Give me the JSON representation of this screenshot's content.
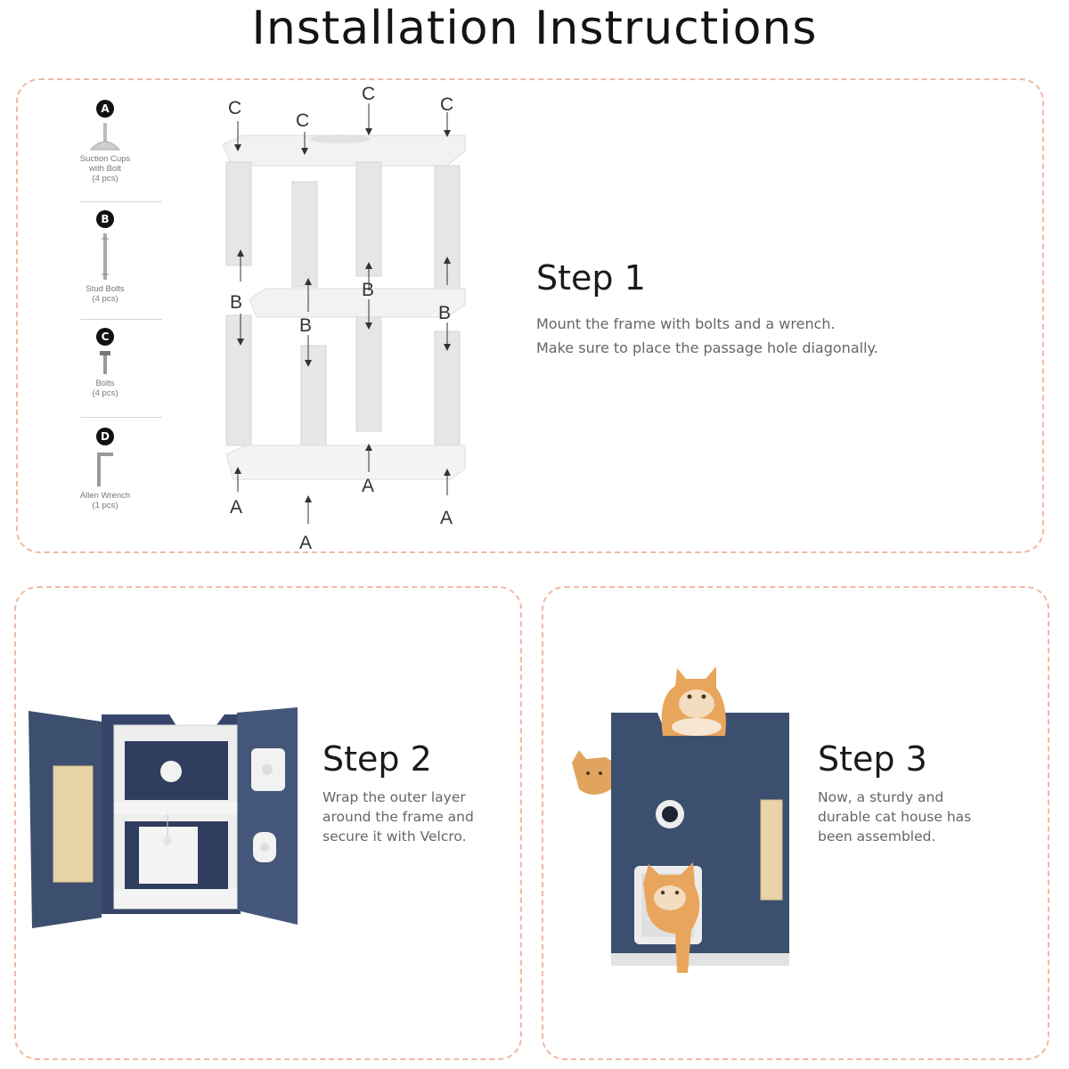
{
  "title": "Installation Instructions",
  "parts": [
    {
      "letter": "A",
      "name_line1": "Suction Cups",
      "name_line2": "with Bolt",
      "qty": "(4 pcs)",
      "icon": "suction-cup-icon"
    },
    {
      "letter": "B",
      "name_line1": "Stud Bolts",
      "name_line2": "",
      "qty": "(4 pcs)",
      "icon": "stud-bolt-icon"
    },
    {
      "letter": "C",
      "name_line1": "Bolts",
      "name_line2": "",
      "qty": "(4 pcs)",
      "icon": "bolt-icon"
    },
    {
      "letter": "D",
      "name_line1": "Allen Wrench",
      "name_line2": "",
      "qty": "(1 pcs)",
      "icon": "allen-wrench-icon"
    }
  ],
  "diagram_labels": {
    "a": "A",
    "b": "B",
    "c": "C"
  },
  "steps": [
    {
      "title": "Step 1",
      "lines": [
        "Mount the frame with bolts and a wrench.",
        "Make sure to place the passage hole diagonally."
      ]
    },
    {
      "title": "Step 2",
      "lines": [
        "Wrap the outer layer",
        "around the frame and",
        "secure it with Velcro."
      ]
    },
    {
      "title": "Step 3",
      "lines": [
        "Now, a sturdy and",
        "durable cat house has",
        "been assembled."
      ]
    }
  ],
  "colors": {
    "border": "#efb9a6",
    "navy": "#3d4f6e",
    "felt": "#ededed",
    "sisal": "#e9d3a8",
    "cat": "#e8a55c"
  }
}
